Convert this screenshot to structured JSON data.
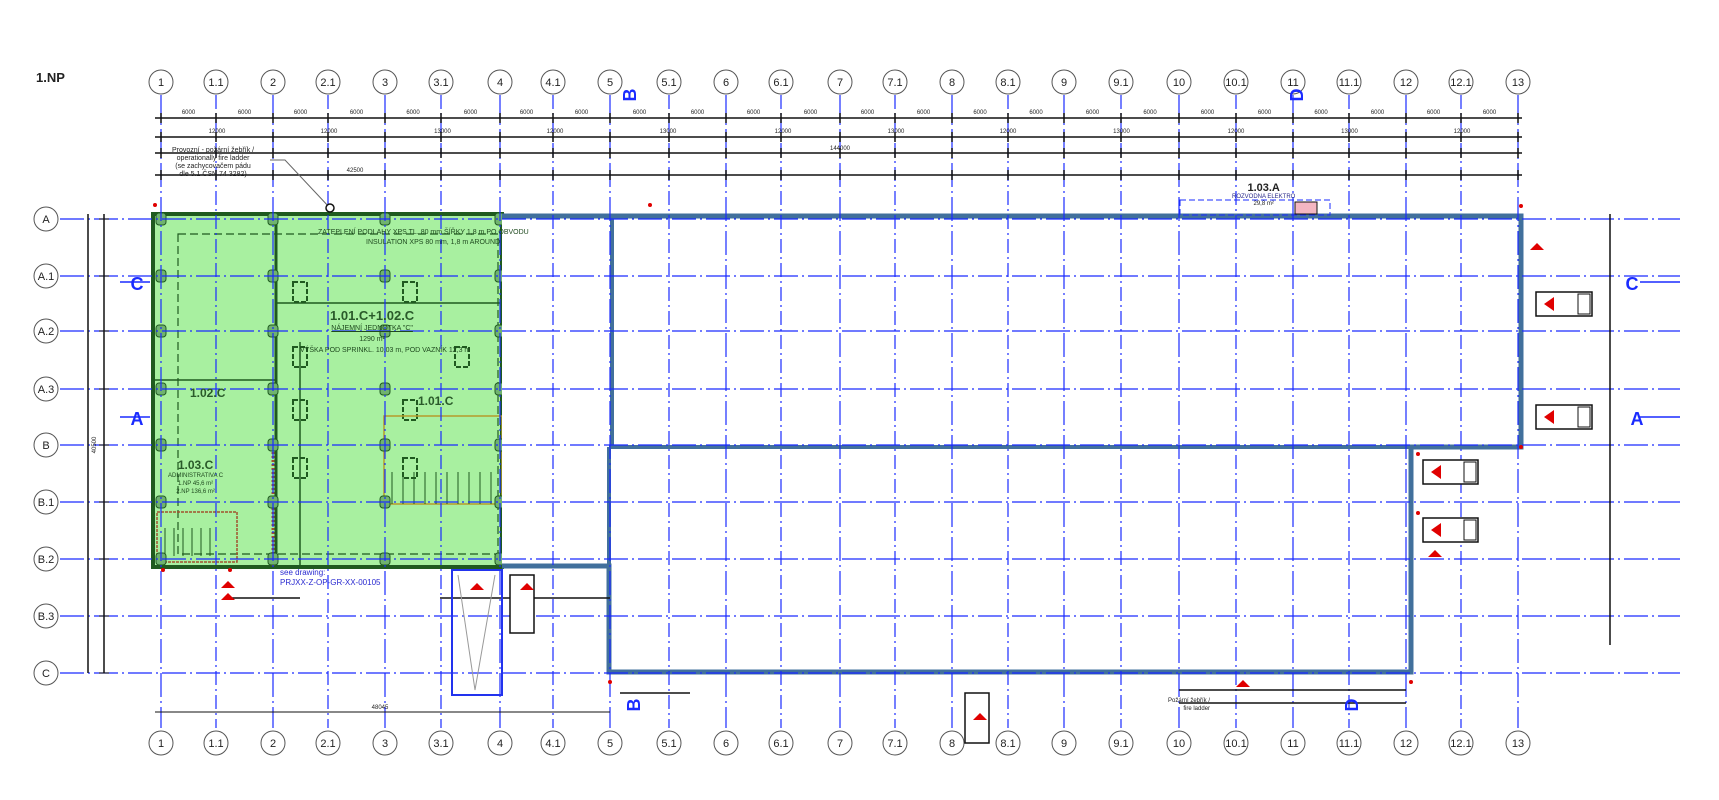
{
  "sheet": {
    "title": "1.NP"
  },
  "grid": {
    "columns": [
      "1",
      "1.1",
      "2",
      "2.1",
      "3",
      "3.1",
      "4",
      "4.1",
      "5",
      "5.1",
      "6",
      "6.1",
      "7",
      "7.1",
      "8",
      "8.1",
      "9",
      "9.1",
      "10",
      "10.1",
      "11",
      "11.1",
      "12",
      "12.1",
      "13"
    ],
    "rows": [
      "A",
      "A.1",
      "A.2",
      "A.3",
      "B",
      "B.1",
      "B.2",
      "B.3",
      "C"
    ]
  },
  "sections": {
    "top": [
      "B",
      "D"
    ],
    "left": [
      "C",
      "A"
    ],
    "right": [
      "C",
      "A"
    ],
    "bottom": [
      "B",
      "D"
    ]
  },
  "dimensions": {
    "bay": "6000",
    "span": [
      "12000",
      "12000",
      "13000",
      "12000",
      "13000",
      "12000",
      "13000",
      "12000",
      "13000",
      "12000",
      "13000",
      "12000"
    ],
    "overall": "144000",
    "partial": "42500",
    "left_total": "40500",
    "bottom_total": "48045"
  },
  "rooms": {
    "unit_c": {
      "id": "1.01.C+1.02.C",
      "name": "NÁJEMNÍ JEDNOTKA \"C\"",
      "area": "1290 m²",
      "height": "VÝŠKA POD SPRINKL. 10,03 m, POD VAZNÍK 12,3 m"
    },
    "insulation": [
      "ZATEPLENÍ PODLAHY XPS TL. 80 mm ŠÍŘKY 1,8 m PO OBVODU",
      "INSULATION XPS 80 mm, 1,8 m AROUND"
    ],
    "r101": "1.01.C",
    "r102": "1.02.C",
    "r103": {
      "id": "1.03.C",
      "name": "ADMINISTRATIVA C",
      "floor1": "1.NP 45,6 m²",
      "floor2": "2.NP 136,6 m²"
    },
    "r103a": {
      "id": "1.03.A",
      "name": "ROZVODNA ELEKTRO",
      "area": "29,8 m²"
    }
  },
  "notes": {
    "ladder_top": [
      "Provozní - požární žebřík /",
      "operationally fire ladder",
      "(se zachycovačem pádu",
      "dle 5.1 ČSN 74 3282)"
    ],
    "see_drawing": [
      "see drawing:",
      "PRJXX-Z-OP-GR-XX-00105"
    ],
    "ladder_bottom": [
      "Požární žebřík /",
      "fire ladder"
    ]
  },
  "colors": {
    "grid": "#1a2bff",
    "unit_fill": "#a8f0a0",
    "unit_wall": "#1f5a1f",
    "building": "#41709c",
    "marker": "#e00000"
  }
}
